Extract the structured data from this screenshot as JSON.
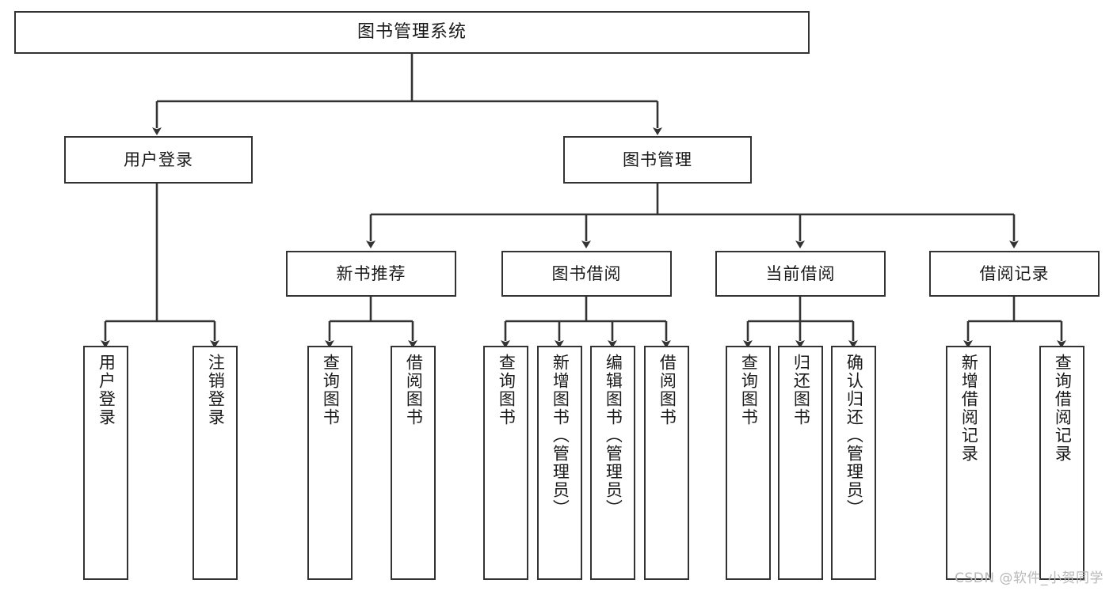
{
  "diagram": {
    "title": "图书管理系统",
    "type": "tree-hierarchy",
    "root": {
      "id": "root",
      "label": "图书管理系统"
    },
    "level2": [
      {
        "id": "user-login",
        "label": "用户登录"
      },
      {
        "id": "book-manage",
        "label": "图书管理"
      }
    ],
    "level3": [
      {
        "id": "new-book-recommend",
        "label": "新书推荐",
        "parent": "book-manage"
      },
      {
        "id": "book-borrow",
        "label": "图书借阅",
        "parent": "book-manage"
      },
      {
        "id": "current-borrow",
        "label": "当前借阅",
        "parent": "book-manage"
      },
      {
        "id": "borrow-record",
        "label": "借阅记录",
        "parent": "book-manage"
      }
    ],
    "leaves": [
      {
        "id": "leaf-user-login",
        "label": "用户登录",
        "parent": "user-login"
      },
      {
        "id": "leaf-logout",
        "label": "注销登录",
        "parent": "user-login"
      },
      {
        "id": "leaf-query-book-1",
        "label": "查询图书",
        "parent": "new-book-recommend"
      },
      {
        "id": "leaf-borrow-book-1",
        "label": "借阅图书",
        "parent": "new-book-recommend"
      },
      {
        "id": "leaf-query-book-2",
        "label": "查询图书",
        "parent": "book-borrow"
      },
      {
        "id": "leaf-add-book",
        "label": "新增图书（管理员）",
        "parent": "book-borrow"
      },
      {
        "id": "leaf-edit-book",
        "label": "编辑图书（管理员）",
        "parent": "book-borrow"
      },
      {
        "id": "leaf-borrow-book-2",
        "label": "借阅图书",
        "parent": "book-borrow"
      },
      {
        "id": "leaf-query-book-3",
        "label": "查询图书",
        "parent": "current-borrow"
      },
      {
        "id": "leaf-return-book",
        "label": "归还图书",
        "parent": "current-borrow"
      },
      {
        "id": "leaf-confirm-return",
        "label": "确认归还（管理员）",
        "parent": "current-borrow"
      },
      {
        "id": "leaf-add-record",
        "label": "新增借阅记录",
        "parent": "borrow-record"
      },
      {
        "id": "leaf-query-record",
        "label": "查询借阅记录",
        "parent": "borrow-record"
      }
    ],
    "watermark": "CSDN @软件_小贺同学",
    "colors": {
      "stroke": "#333333",
      "fill": "#ffffff",
      "text": "#1a1a1a",
      "watermark": "#b8b8b8"
    }
  }
}
